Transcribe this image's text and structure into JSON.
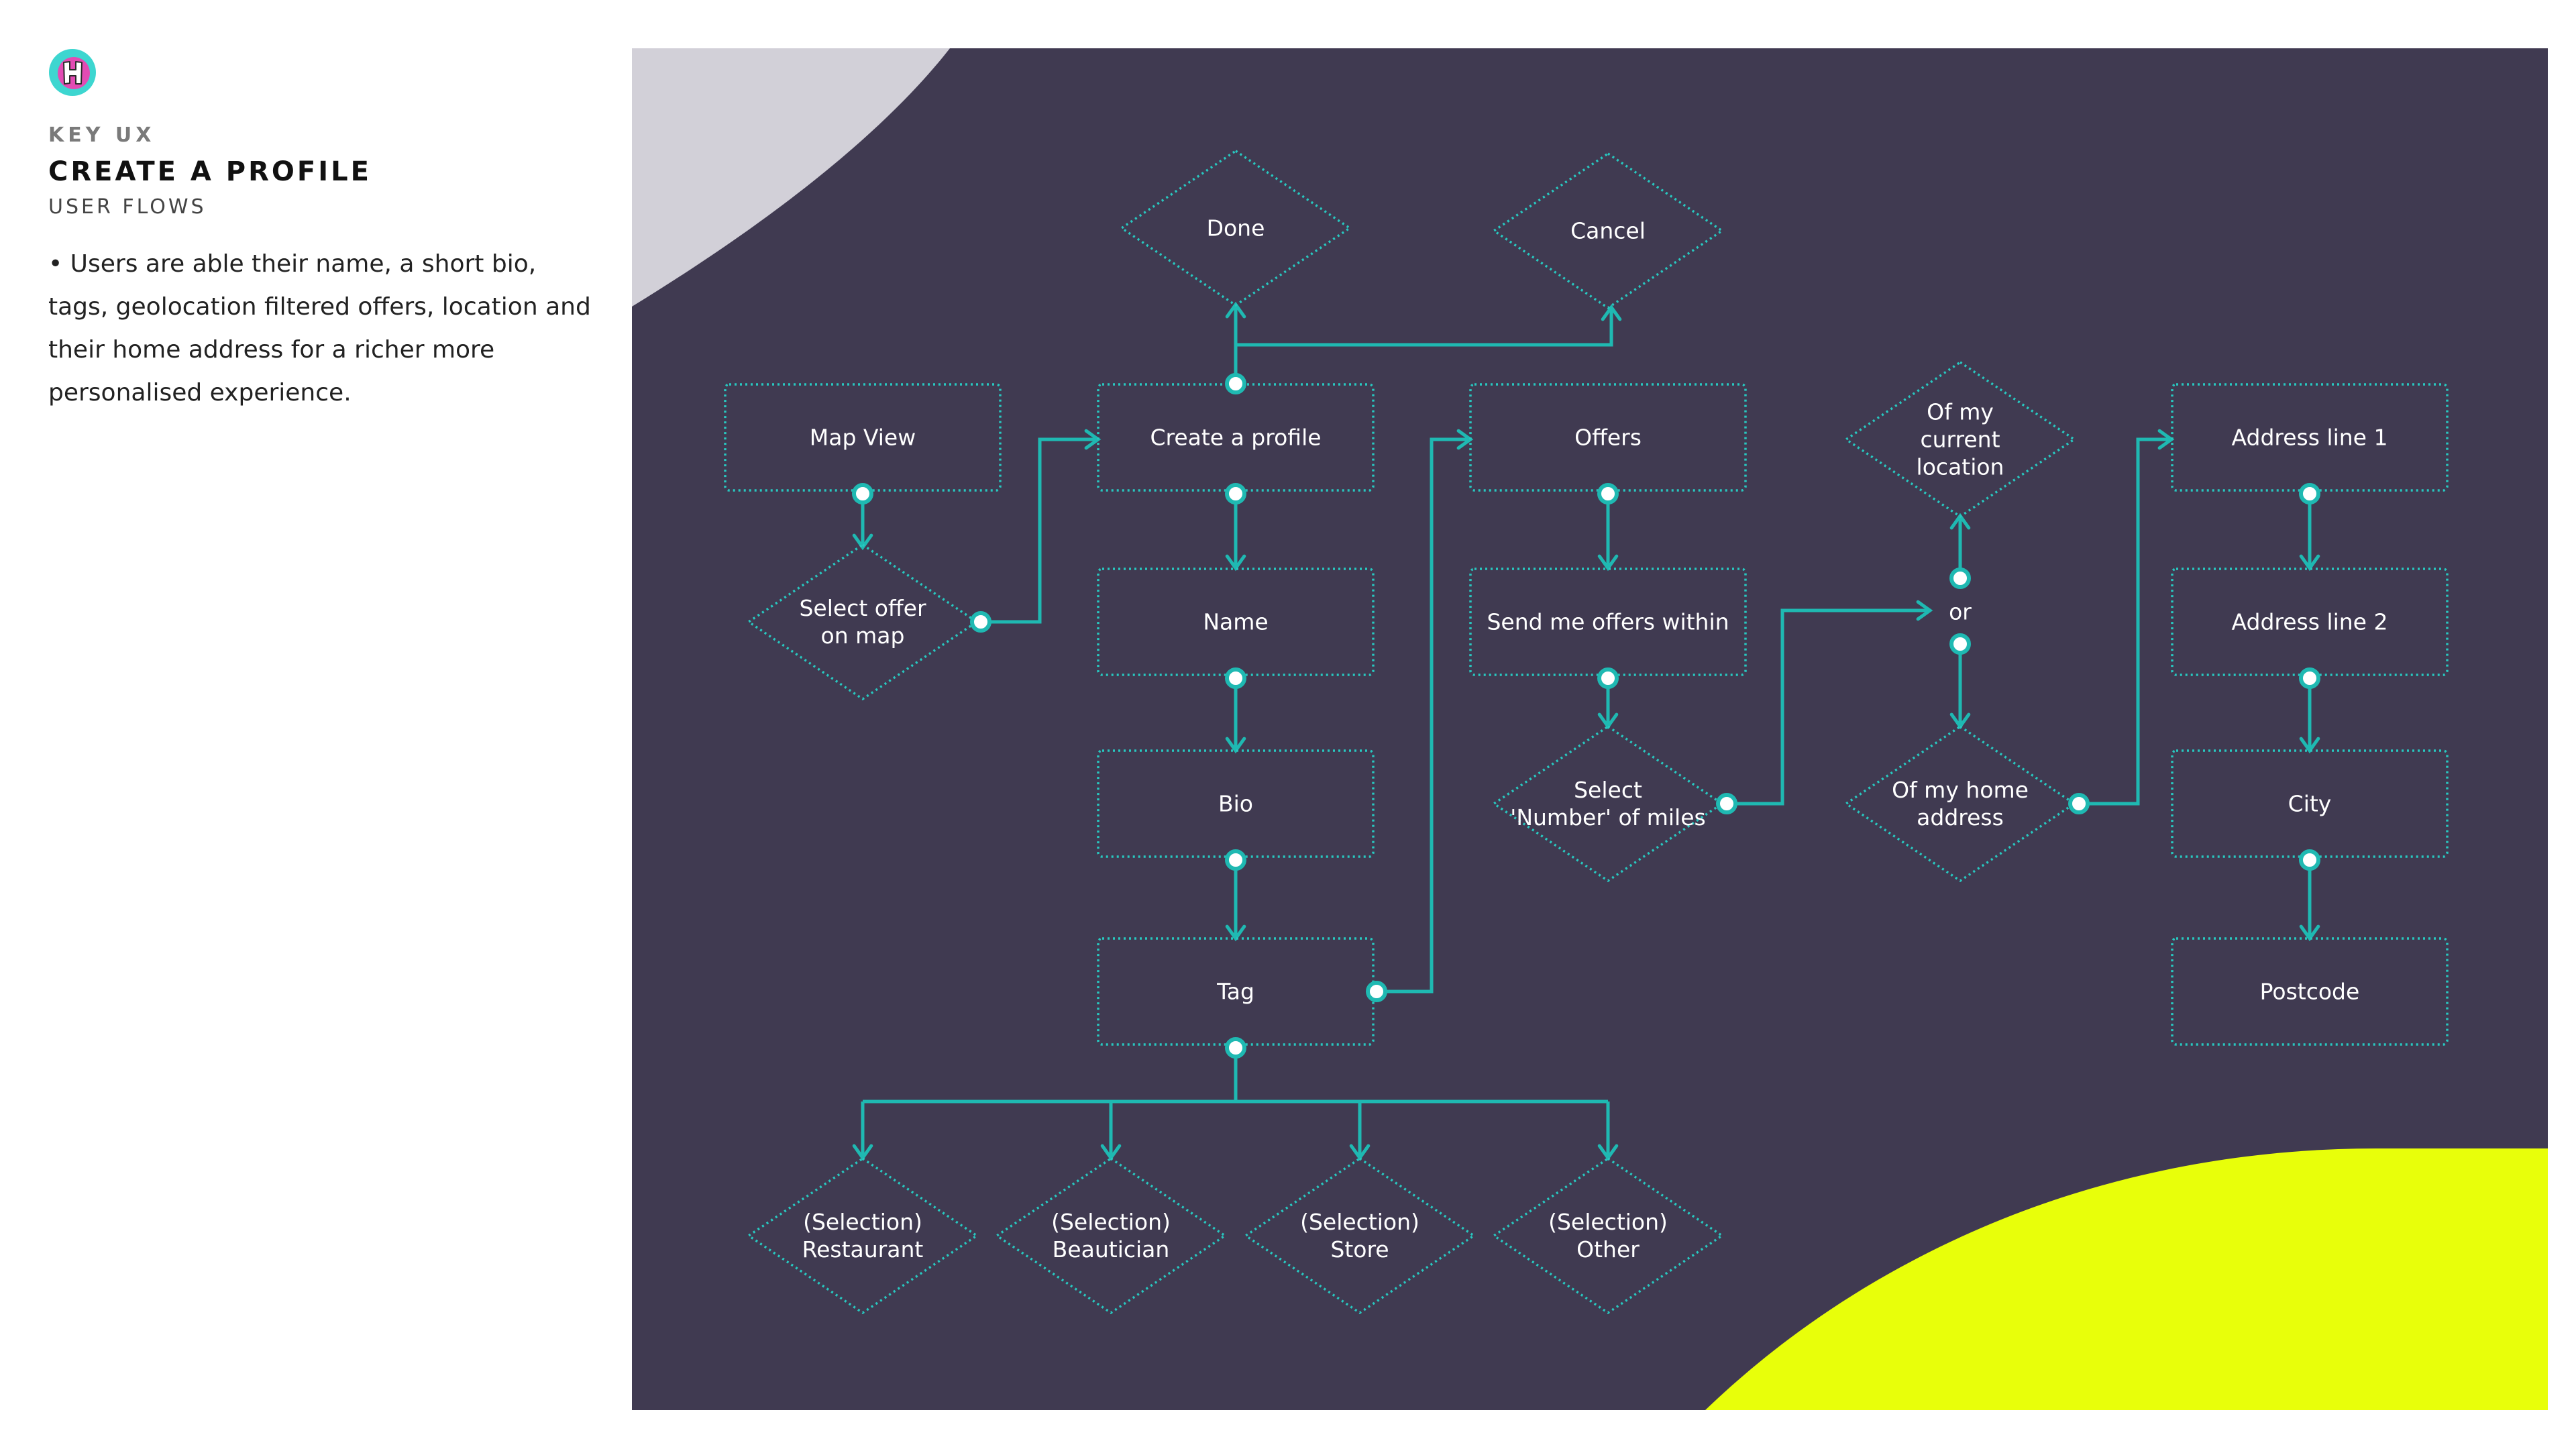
{
  "header": {
    "kicker": "KEY UX",
    "title": "CREATE A PROFILE",
    "subtitle": "USER FLOWS",
    "description": "• Users are able their name, a short bio, tags, geolocation filtered offers, location and their home address for a richer more personalised experience."
  },
  "logo": {
    "icon": "h-logo-icon",
    "colors": [
      "#3dd6d0",
      "#e24bb3",
      "#ffffff"
    ]
  },
  "colors": {
    "panel": "#403a51",
    "accent": "#1fb9b2",
    "node_border": "#28c8c0",
    "text": "#ffffff",
    "corner_top_left": "#d2d0d8",
    "corner_bottom_right": "#e8ff0a"
  },
  "nodes": {
    "done": "Done",
    "cancel": "Cancel",
    "map_view": "Map View",
    "create_profile": "Create a profile",
    "offers": "Offers",
    "current_location": [
      "Of my",
      "current",
      "location"
    ],
    "address_line_1": "Address line 1",
    "select_offer": [
      "Select offer",
      "on map"
    ],
    "name": "Name",
    "send_offers": "Send me offers within",
    "or": "or",
    "address_line_2": "Address line 2",
    "bio": "Bio",
    "select_miles": [
      "Select",
      "'Number' of miles"
    ],
    "home_address": [
      "Of my home",
      "address"
    ],
    "city": "City",
    "tag": "Tag",
    "postcode": "Postcode",
    "restaurant": [
      "(Selection)",
      "Restaurant"
    ],
    "beautician": [
      "(Selection)",
      "Beautician"
    ],
    "store": [
      "(Selection)",
      "Store"
    ],
    "other": [
      "(Selection)",
      "Other"
    ]
  }
}
